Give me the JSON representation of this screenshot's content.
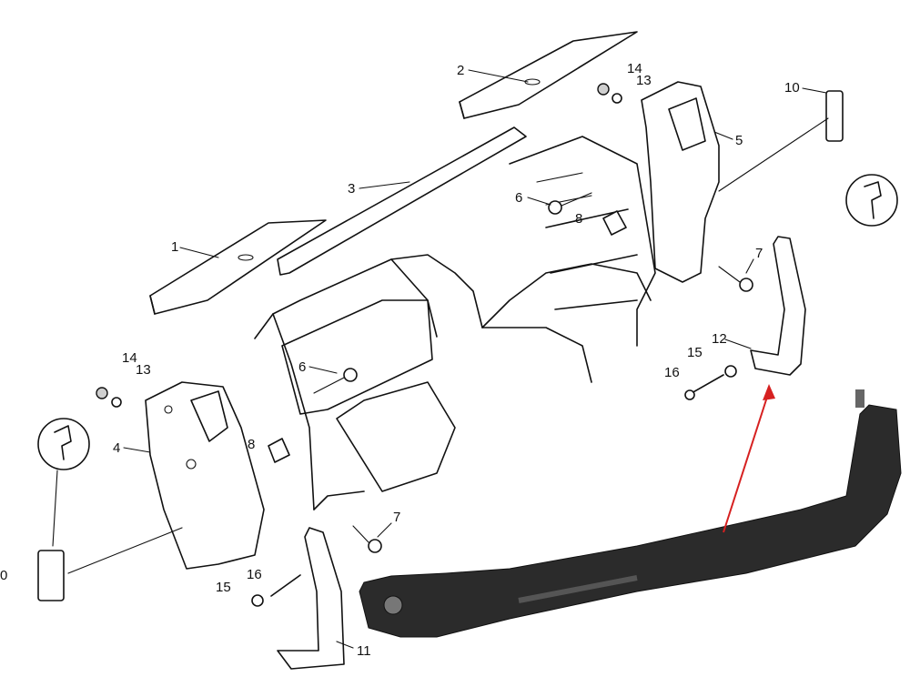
{
  "callouts": {
    "c1": "1",
    "c2": "2",
    "c3": "3",
    "c4": "4",
    "c5": "5",
    "c6a": "6",
    "c6b": "6",
    "c7a": "7",
    "c7b": "7",
    "c8a": "8",
    "c8b": "8",
    "c10a": "10",
    "c10b": "0",
    "c11": "11",
    "c12": "12",
    "c13a": "13",
    "c13b": "13",
    "c14a": "14",
    "c14b": "14",
    "c15a": "15",
    "c15b": "15",
    "c16a": "16",
    "c16b": "16"
  },
  "colors": {
    "arrow": "#d62020",
    "photo_part": "#2b2b2b"
  }
}
